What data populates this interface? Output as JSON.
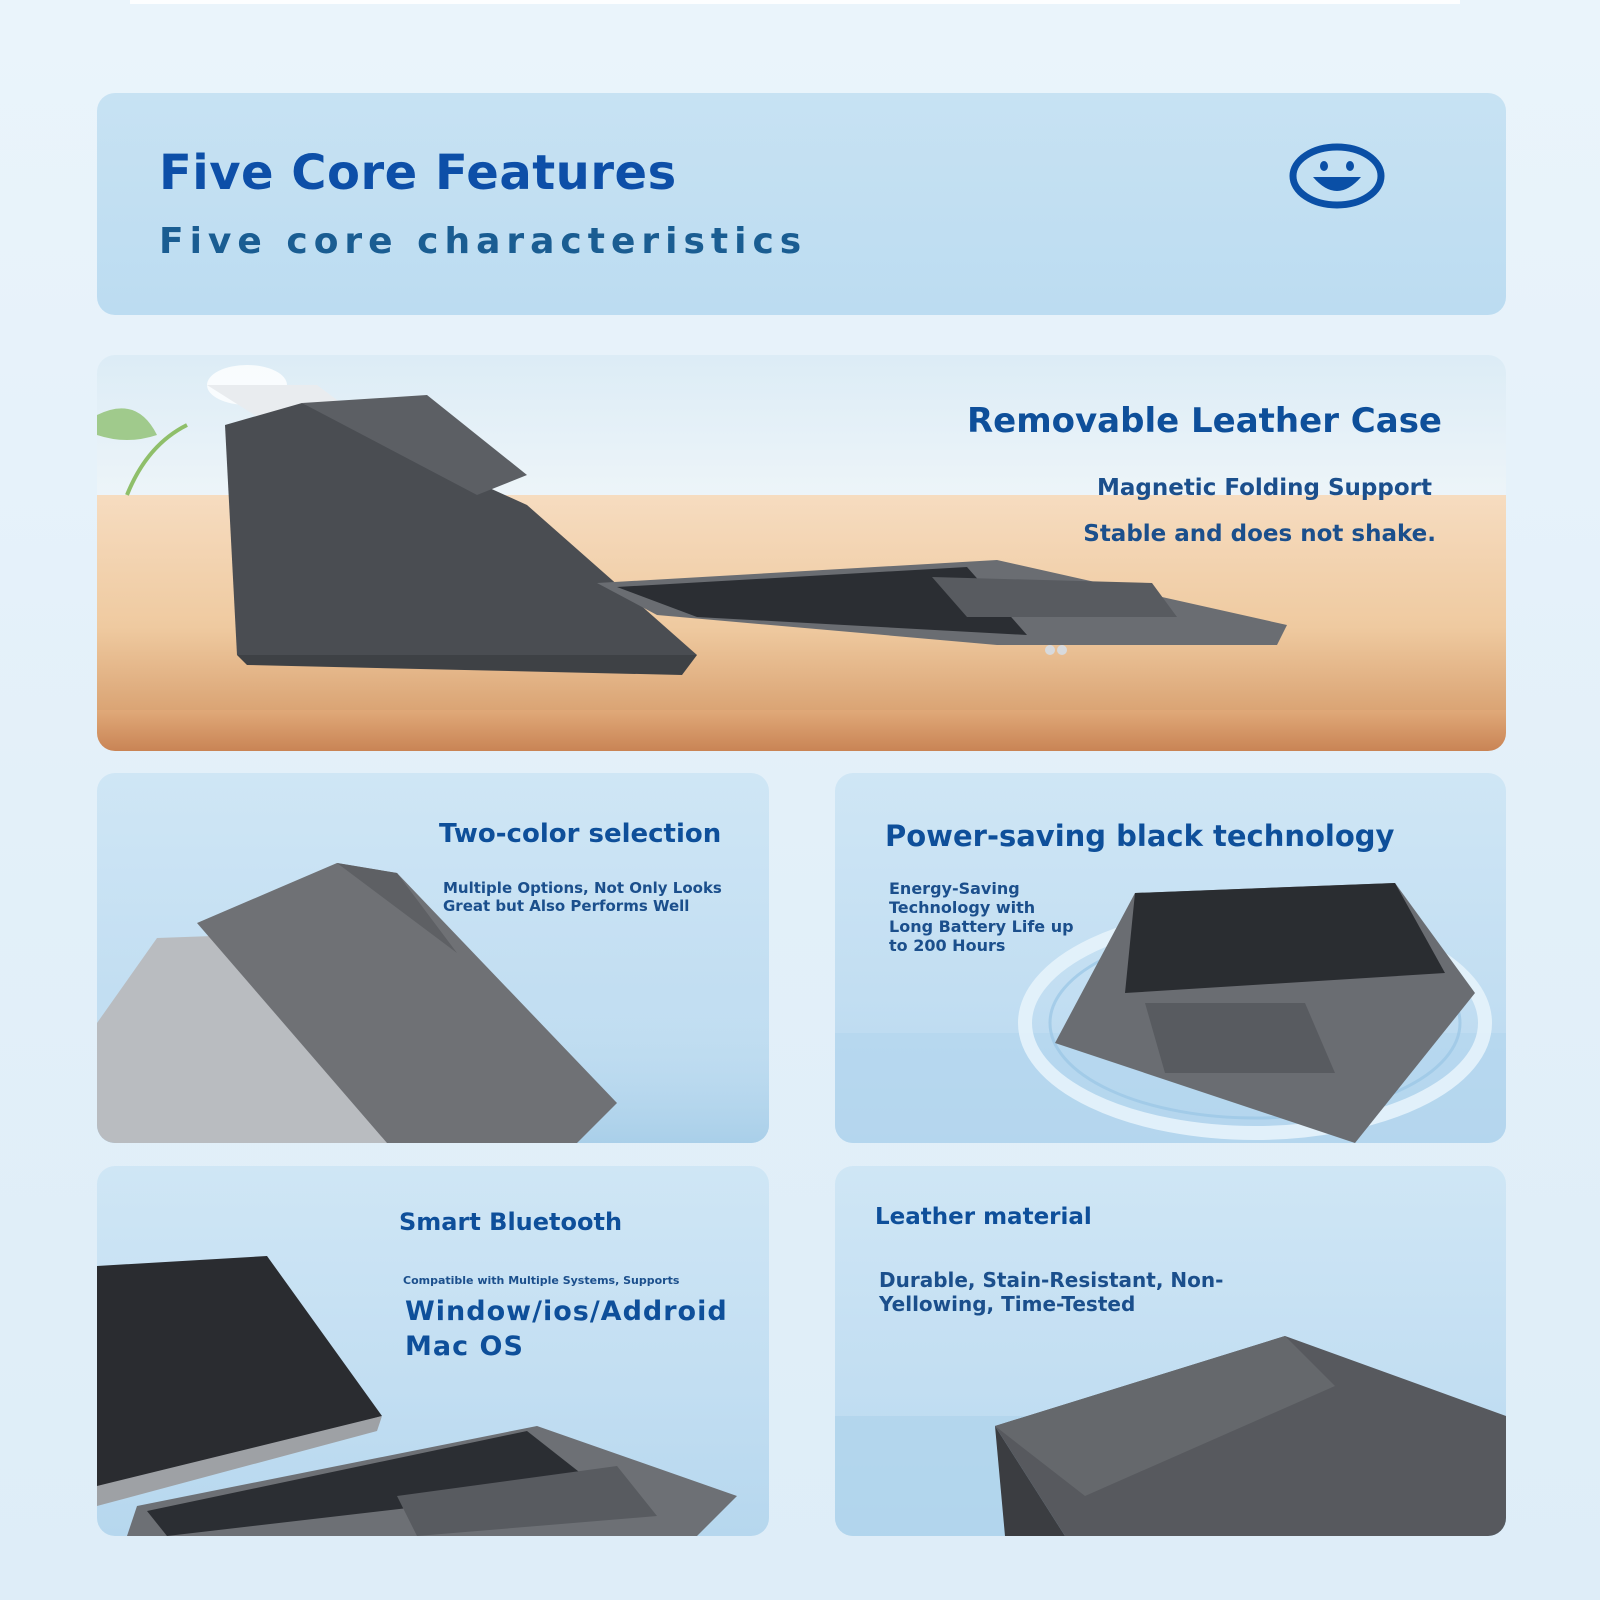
{
  "header": {
    "title": "Five Core Features",
    "subtitle": "Five core characteristics",
    "icon": "smile-icon"
  },
  "hero": {
    "title": "Removable Leather Case",
    "line1": "Magnetic Folding Support",
    "line2": "Stable and does not shake."
  },
  "features": {
    "two_color": {
      "title": "Two-color selection",
      "desc_line1": "Multiple Options, Not Only Looks",
      "desc_line2": "Great but Also Performs Well"
    },
    "power": {
      "title": "Power-saving black technology",
      "desc_line1": "Energy-Saving",
      "desc_line2": "Technology with",
      "desc_line3": "Long Battery Life up",
      "desc_line4": "to 200 Hours"
    },
    "bluetooth": {
      "title": "Smart Bluetooth",
      "desc_small": "Compatible with Multiple Systems, Supports",
      "os_line1": "Window/ios/Addroid",
      "os_line2": "Mac OS"
    },
    "leather": {
      "title": "Leather material",
      "desc_line1": "Durable, Stain-Resistant, Non-",
      "desc_line2": "Yellowing, Time-Tested"
    }
  },
  "colors": {
    "accent": "#0d4fa8",
    "page_bg": "#e3f0f9",
    "card_bg": "#c2def2"
  }
}
